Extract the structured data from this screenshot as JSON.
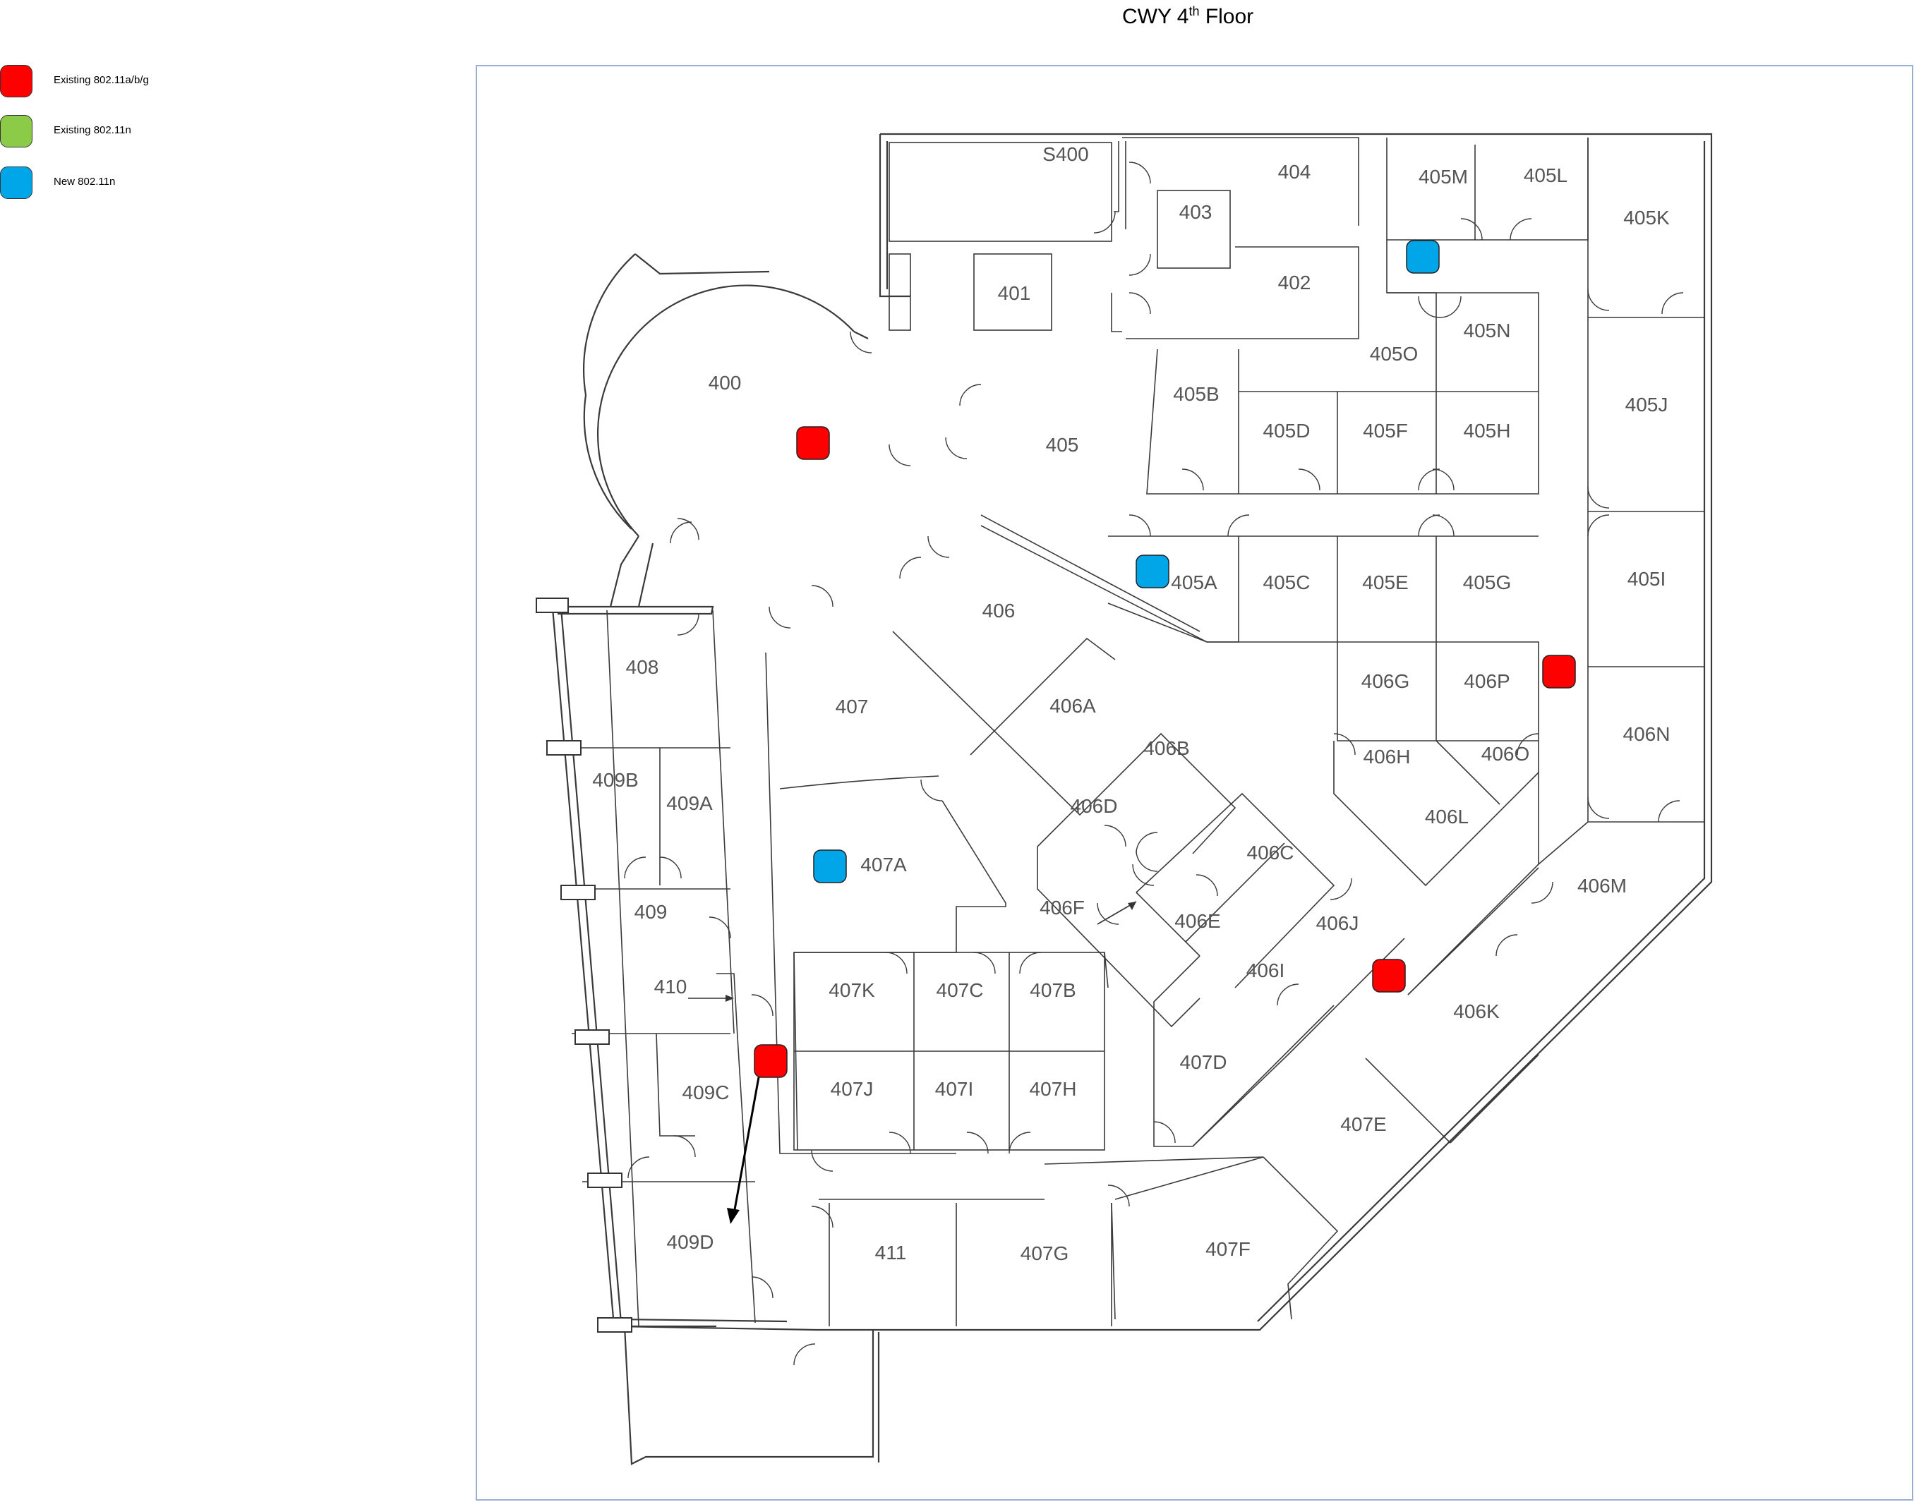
{
  "title": {
    "prefix": "CWY 4",
    "sup": "th",
    "suffix": " Floor"
  },
  "legend": [
    {
      "label": "Existing 802.11a/b/g",
      "color": "#ff0000",
      "icon": "red-ap-marker"
    },
    {
      "label": "Existing 802.11n",
      "color": "#8ccb47",
      "icon": "green-ap-marker"
    },
    {
      "label": "New 802.11n",
      "color": "#00a6e8",
      "icon": "blue-ap-marker"
    }
  ],
  "rooms": {
    "r400": "400",
    "r401": "401",
    "r402": "402",
    "r403": "403",
    "r404": "404",
    "rS400": "S400",
    "r405": "405",
    "r405A": "405A",
    "r405B": "405B",
    "r405C": "405C",
    "r405D": "405D",
    "r405E": "405E",
    "r405F": "405F",
    "r405G": "405G",
    "r405H": "405H",
    "r405I": "405I",
    "r405J": "405J",
    "r405K": "405K",
    "r405L": "405L",
    "r405M": "405M",
    "r405N": "405N",
    "r405O": "405O",
    "r406": "406",
    "r406A": "406A",
    "r406B": "406B",
    "r406C": "406C",
    "r406D": "406D",
    "r406E": "406E",
    "r406F": "406F",
    "r406G": "406G",
    "r406H": "406H",
    "r406I": "406I",
    "r406J": "406J",
    "r406K": "406K",
    "r406L": "406L",
    "r406M": "406M",
    "r406N": "406N",
    "r406O": "406O",
    "r406P": "406P",
    "r407": "407",
    "r407A": "407A",
    "r407B": "407B",
    "r407C": "407C",
    "r407D": "407D",
    "r407E": "407E",
    "r407F": "407F",
    "r407G": "407G",
    "r407H": "407H",
    "r407I": "407I",
    "r407J": "407J",
    "r407K": "407K",
    "r408": "408",
    "r409": "409",
    "r409A": "409A",
    "r409B": "409B",
    "r409C": "409C",
    "r409D": "409D",
    "r410": "410",
    "r411": "411"
  },
  "access_points": [
    {
      "type": "Existing 802.11a/b/g",
      "color": "#ff0000",
      "room": "400"
    },
    {
      "type": "New 802.11n",
      "color": "#00a6e8",
      "room": "405M"
    },
    {
      "type": "New 802.11n",
      "color": "#00a6e8",
      "room": "405A"
    },
    {
      "type": "Existing 802.11a/b/g",
      "color": "#ff0000",
      "room": "406P"
    },
    {
      "type": "New 802.11n",
      "color": "#00a6e8",
      "room": "407A"
    },
    {
      "type": "Existing 802.11a/b/g",
      "color": "#ff0000",
      "room": "406J"
    },
    {
      "type": "Existing 802.11a/b/g",
      "color": "#ff0000",
      "room": "409C"
    }
  ]
}
